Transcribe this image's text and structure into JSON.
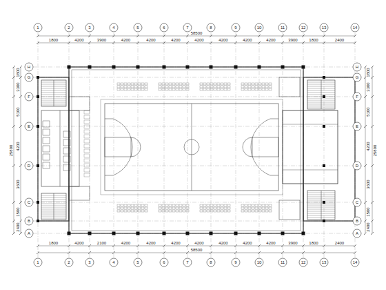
{
  "diagram": {
    "labels": [
      "1",
      "2",
      "3",
      "4",
      "5",
      "6",
      "7",
      "8",
      "9",
      "10",
      "11",
      "12",
      "13",
      "14",
      "1",
      "2",
      "3",
      "4",
      "5",
      "6",
      "7",
      "8",
      "9",
      "10",
      "11",
      "12",
      "13",
      "14",
      "A",
      "B",
      "C",
      "D",
      "E",
      "F",
      "G",
      "H",
      "A",
      "B",
      "C",
      "D",
      "E",
      "F",
      "G",
      "H",
      "1800",
      "4200",
      "3900",
      "4200",
      "4200",
      "4200",
      "4200",
      "4200",
      "4200",
      "4200",
      "3900",
      "1800",
      "2400",
      "58500",
      "1800",
      "4200",
      "2100",
      "4200",
      "4200",
      "4200",
      "4200",
      "4200",
      "4200",
      "4200",
      "3900",
      "1800",
      "2400",
      "58500",
      "1800",
      "3300",
      "5100",
      "4200",
      "3600",
      "1500",
      "2400",
      "25800",
      "1800",
      "3300",
      "5100",
      "4200",
      "3600",
      "1500",
      "2400",
      "25800"
    ]
  }
}
